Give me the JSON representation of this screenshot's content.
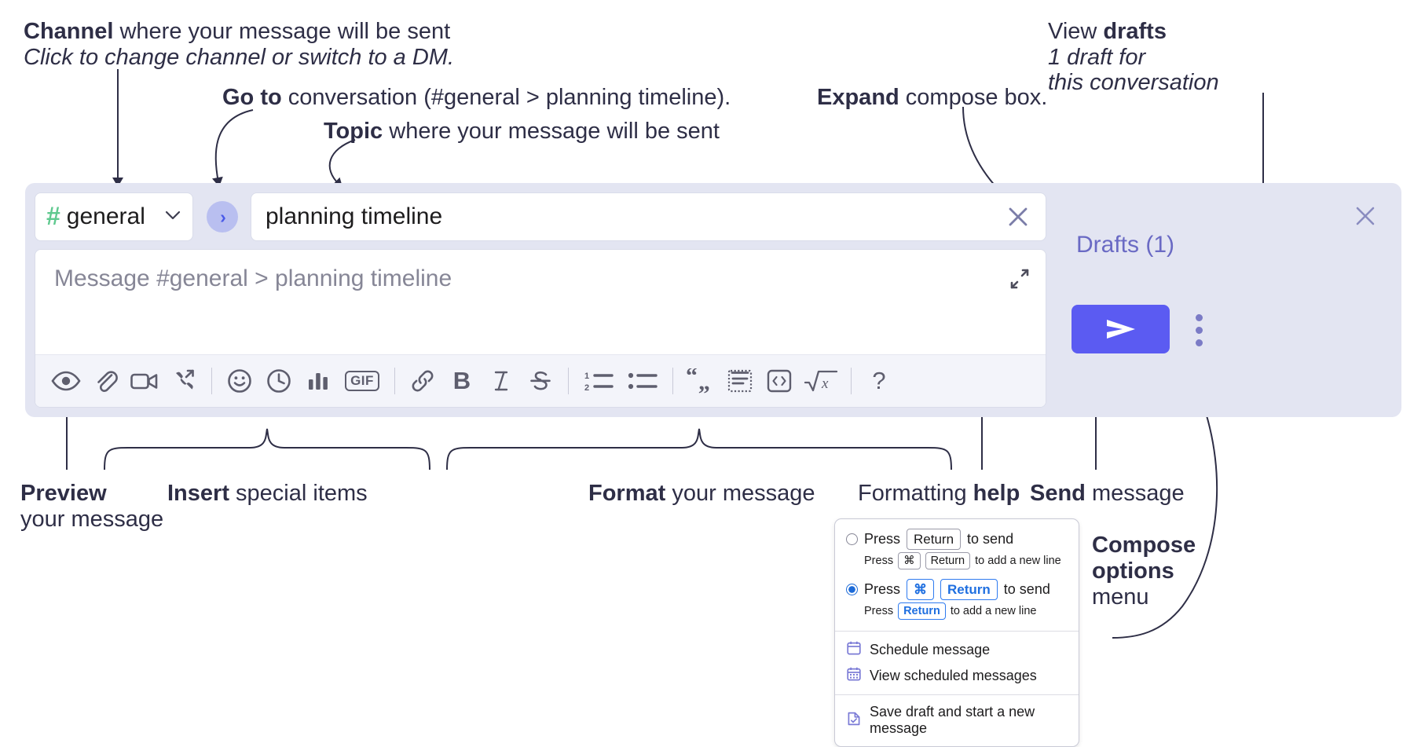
{
  "annotations": {
    "channel_title_bold": "Channel",
    "channel_title_rest": " where your message will be sent",
    "channel_sub": "Click to change channel or switch to a DM.",
    "goto_bold": "Go to",
    "goto_rest": " conversation (#general > planning timeline).",
    "topic_bold": "Topic",
    "topic_rest": " where your message will be sent",
    "expand_bold": "Expand",
    "expand_rest": " compose box.",
    "drafts_bold_pre": "View ",
    "drafts_bold": "drafts",
    "drafts_sub_l1": "1 draft for",
    "drafts_sub_l2": "this conversation",
    "preview_bold": "Preview",
    "preview_l2": "your message",
    "insert_bold": "Insert",
    "insert_rest": " special items",
    "format_bold": "Format",
    "format_rest": " your message",
    "help_pre": "Formatting ",
    "help_bold": "help",
    "send_bold": "Send",
    "send_rest": " message",
    "compose_opts_l1": "Compose",
    "compose_opts_l2": "options",
    "compose_opts_l3": "menu"
  },
  "compose": {
    "channel_hash": "#",
    "channel_name": "general",
    "channel_chevron": "⌄",
    "goto_glyph": "›",
    "topic_value": "planning timeline",
    "message_placeholder": "Message #general > planning timeline",
    "drafts_label": "Drafts (1)",
    "toolbar": [
      {
        "name": "preview-icon",
        "label": "Preview"
      },
      {
        "name": "attachment-icon",
        "label": "Attach file"
      },
      {
        "name": "video-icon",
        "label": "Record video clip"
      },
      {
        "name": "audio-call-icon",
        "label": "Record audio clip"
      },
      {
        "name": "separator",
        "label": ""
      },
      {
        "name": "emoji-icon",
        "label": "Emoji"
      },
      {
        "name": "clock-icon",
        "label": "Reminder"
      },
      {
        "name": "poll-icon",
        "label": "Poll"
      },
      {
        "name": "gif-icon",
        "label": "GIF"
      },
      {
        "name": "separator",
        "label": ""
      },
      {
        "name": "link-icon",
        "label": "Link"
      },
      {
        "name": "bold-icon",
        "label": "B"
      },
      {
        "name": "italic-icon",
        "label": "I"
      },
      {
        "name": "strikethrough-icon",
        "label": "Strikethrough"
      },
      {
        "name": "separator",
        "label": ""
      },
      {
        "name": "ordered-list-icon",
        "label": "Ordered list"
      },
      {
        "name": "bulleted-list-icon",
        "label": "Bulleted list"
      },
      {
        "name": "separator",
        "label": ""
      },
      {
        "name": "blockquote-icon",
        "label": "Blockquote"
      },
      {
        "name": "code-block-icon",
        "label": "Code block"
      },
      {
        "name": "inline-code-icon",
        "label": "Code"
      },
      {
        "name": "latex-icon",
        "label": "Math"
      },
      {
        "name": "separator",
        "label": ""
      },
      {
        "name": "help-icon",
        "label": "?"
      }
    ]
  },
  "options_menu": {
    "option1": {
      "selected": false,
      "main_pre": "Press ",
      "main_key": "Return",
      "main_post": " to send",
      "sub_pre": "Press ",
      "sub_key1": "⌘",
      "sub_key2": "Return",
      "sub_post": " to add a new line"
    },
    "option2": {
      "selected": true,
      "main_pre": "Press ",
      "main_key1": "⌘",
      "main_key2": "Return",
      "main_post": " to send",
      "sub_pre": "Press ",
      "sub_key": "Return",
      "sub_post": " to add a new line"
    },
    "items": [
      {
        "name": "schedule-message",
        "icon": "calendar-icon",
        "label": "Schedule message"
      },
      {
        "name": "view-scheduled-messages",
        "icon": "calendar-grid-icon",
        "label": "View scheduled messages"
      },
      {
        "name": "save-draft",
        "icon": "document-check-icon",
        "label": "Save draft and start a new message"
      }
    ]
  },
  "colors": {
    "accent": "#5b5bf2",
    "compose_bg": "#e3e5f2",
    "channel_hash": "#5fc98f",
    "drafts_text": "#6a6ac4",
    "radio_on": "#1d6bd8",
    "key_blue": "#1f6fe0"
  }
}
